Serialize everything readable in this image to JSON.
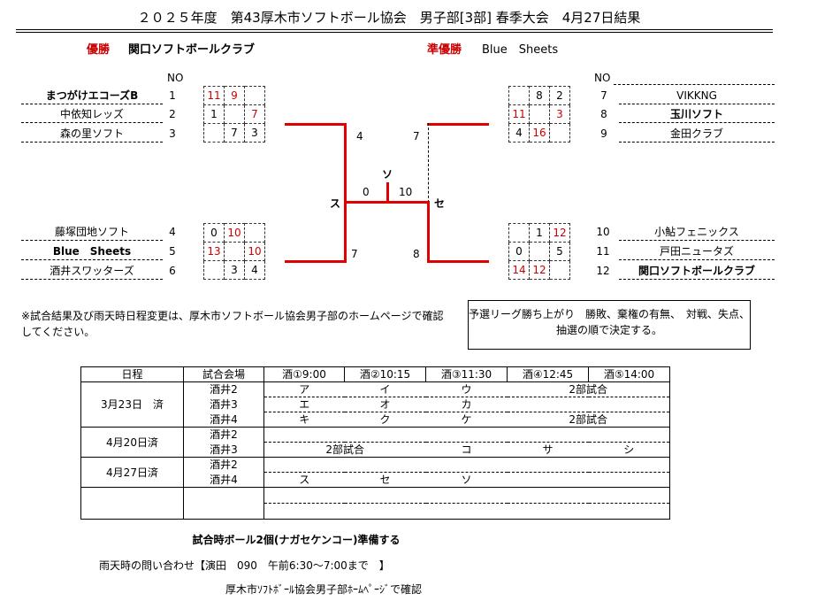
{
  "title": "２０２５年度　第43厚木市ソフトボール協会　男子部[3部] 春季大会　4月27日結果",
  "winner_label": "優勝",
  "winner_name": "関口ソフトボールクラブ",
  "runner_label": "準優勝",
  "runner_name": "Blue　Sheets",
  "no_label": "NO",
  "left_top": {
    "teams": [
      {
        "no": "1",
        "name": "まつがけエコーズB",
        "bold": true
      },
      {
        "no": "2",
        "name": "中依知レッズ",
        "bold": false
      },
      {
        "no": "3",
        "name": "森の里ソフト",
        "bold": false
      }
    ],
    "grid": [
      [
        "11",
        "9",
        ""
      ],
      [
        "1",
        "",
        "7"
      ],
      [
        "",
        "7",
        "3"
      ]
    ]
  },
  "left_bottom": {
    "teams": [
      {
        "no": "4",
        "name": "藤塚団地ソフト",
        "bold": false
      },
      {
        "no": "5",
        "name": "Blue　Sheets",
        "bold": true
      },
      {
        "no": "6",
        "name": "酒井スワッターズ",
        "bold": false
      }
    ],
    "grid": [
      [
        "0",
        "10",
        ""
      ],
      [
        "13",
        "",
        "10"
      ],
      [
        "",
        "3",
        "4"
      ]
    ]
  },
  "right_top": {
    "teams": [
      {
        "no": "7",
        "name": "VIKKNG",
        "bold": false
      },
      {
        "no": "8",
        "name": "玉川ソフト",
        "bold": true
      },
      {
        "no": "9",
        "name": "金田クラブ",
        "bold": false
      }
    ],
    "grid": [
      [
        "",
        "8",
        "2"
      ],
      [
        "11",
        "",
        "3"
      ],
      [
        "4",
        "16",
        ""
      ]
    ]
  },
  "right_bottom": {
    "teams": [
      {
        "no": "10",
        "name": "小鮎フェニックス",
        "bold": false
      },
      {
        "no": "11",
        "name": "戸田ニュータズ",
        "bold": false
      },
      {
        "no": "12",
        "name": "関口ソフトボールクラブ",
        "bold": true
      }
    ],
    "grid": [
      [
        "",
        "1",
        "12"
      ],
      [
        "0",
        "",
        "5"
      ],
      [
        "14",
        "12",
        ""
      ]
    ]
  },
  "bracket": {
    "seed_lt": "4",
    "seed_lb": "7",
    "seed_rt": "7",
    "seed_rb": "8",
    "game_left": "ス",
    "game_right": "セ",
    "game_final": "ソ",
    "score_left": "0",
    "score_right": "10"
  },
  "note": "※試合結果及び雨天時日程変更は、厚木市ソフトボール協会男子部のホームページで確認してください。",
  "rule_box": "予選リーグ勝ち上がり　勝敗、棄権の有無、　対戦、失点、抽選の順で決定する。",
  "schedule": {
    "headers": [
      "日程",
      "試合会場",
      "酒①9:00",
      "酒②10:15",
      "酒③11:30",
      "酒④12:45",
      "酒⑤14:00"
    ],
    "d1": "3月23日　済",
    "d2": "4月20日済",
    "d3": "4月27日済",
    "v_s2": "酒井2",
    "v_s3": "酒井3",
    "v_s4": "酒井4",
    "a": "ア",
    "i": "イ",
    "u": "ウ",
    "e": "エ",
    "o": "オ",
    "ka": "カ",
    "ki": "キ",
    "ku": "ク",
    "ke": "ケ",
    "ko": "コ",
    "sa": "サ",
    "shi": "シ",
    "su": "ス",
    "se": "セ",
    "so": "ソ",
    "bu2": "2部試合"
  },
  "foot_ball": "試合時ボール2個(ナガセケンコー)準備する",
  "foot_rain": "雨天時の問い合わせ【演田　090　午前6:30～7:00まで　】",
  "foot_hp": "厚木市ｿﾌﾄﾎﾞｰﾙ協会男子部ﾎｰﾑﾍﾟｰｼﾞで確認"
}
